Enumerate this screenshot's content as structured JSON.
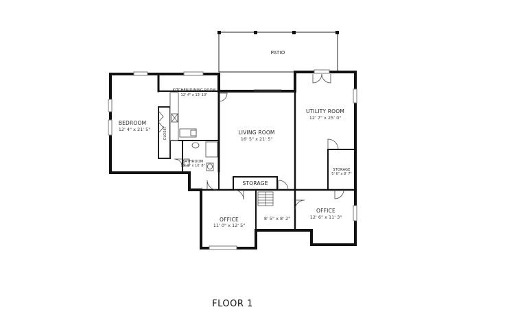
{
  "floor_label": "FLOOR 1",
  "rooms": {
    "patio": {
      "name": "PATIO"
    },
    "kitchen": {
      "name": "KITCHEN/DINING ROOM",
      "dims": "12' 4\" x 13' 10\""
    },
    "bedroom": {
      "name": "BEDROOM",
      "dims": "12' 4\" x 21' 5\""
    },
    "closet": {
      "name": "CLOSET"
    },
    "bathroom": {
      "name": "BATHROOM",
      "dims": "10' 0\" x 10' 8\""
    },
    "living": {
      "name": "LIVING ROOM",
      "dims": "16' 5\" x 21' 5\""
    },
    "utility": {
      "name": "UTILITY ROOM",
      "dims": "12' 7\" x 25' 0\""
    },
    "storage_small": {
      "name": "STORAGE",
      "dims": "5' 6\" x 8' 7\""
    },
    "storage_main": {
      "name": "STORAGE"
    },
    "office_left": {
      "name": "OFFICE",
      "dims": "11' 0\" x 12' 5\""
    },
    "hall": {
      "dims": "8' 5\" x 8' 2\""
    },
    "office_right": {
      "name": "OFFICE",
      "dims": "12' 6\" x 11' 3\""
    }
  }
}
